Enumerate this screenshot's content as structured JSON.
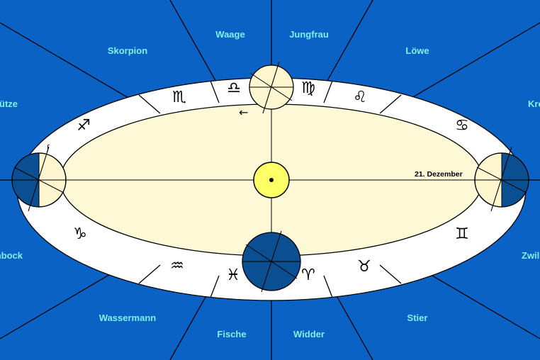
{
  "colors": {
    "background": "#0a62c4",
    "divider": "#000000",
    "ring": "#ffffff",
    "orbit_fill": "#fdf9d6",
    "sun_fill": "#ffff66",
    "lit_half": "#fdf6cf",
    "dark_half": "#0a4f91",
    "label": "#7ef0f0"
  },
  "zodiac_labels": {
    "waage": "Waage",
    "jungfrau": "Jungfrau",
    "skorpion": "Skorpion",
    "loewe": "Löwe",
    "schuetze": "Schütze",
    "krebs": "Krebs",
    "steinbock": "Steinbock",
    "zwillinge": "Zwillinge",
    "wassermann": "Wassermann",
    "stier": "Stier",
    "fische": "Fische",
    "widder": "Widder"
  },
  "signs": {
    "skorpion": "♏",
    "waage": "♎",
    "jungfrau": "♍",
    "loewe": "♌",
    "schuetze": "♐",
    "krebs": "♋",
    "steinbock": "♑",
    "zwillinge": "♊",
    "wassermann": "♒",
    "fische": "♓",
    "widder": "♈",
    "stier": "♉"
  },
  "annotations": {
    "date_label": "21. Dezember",
    "direction_arrow": "←",
    "earth_tick_mark": "ʃ"
  }
}
